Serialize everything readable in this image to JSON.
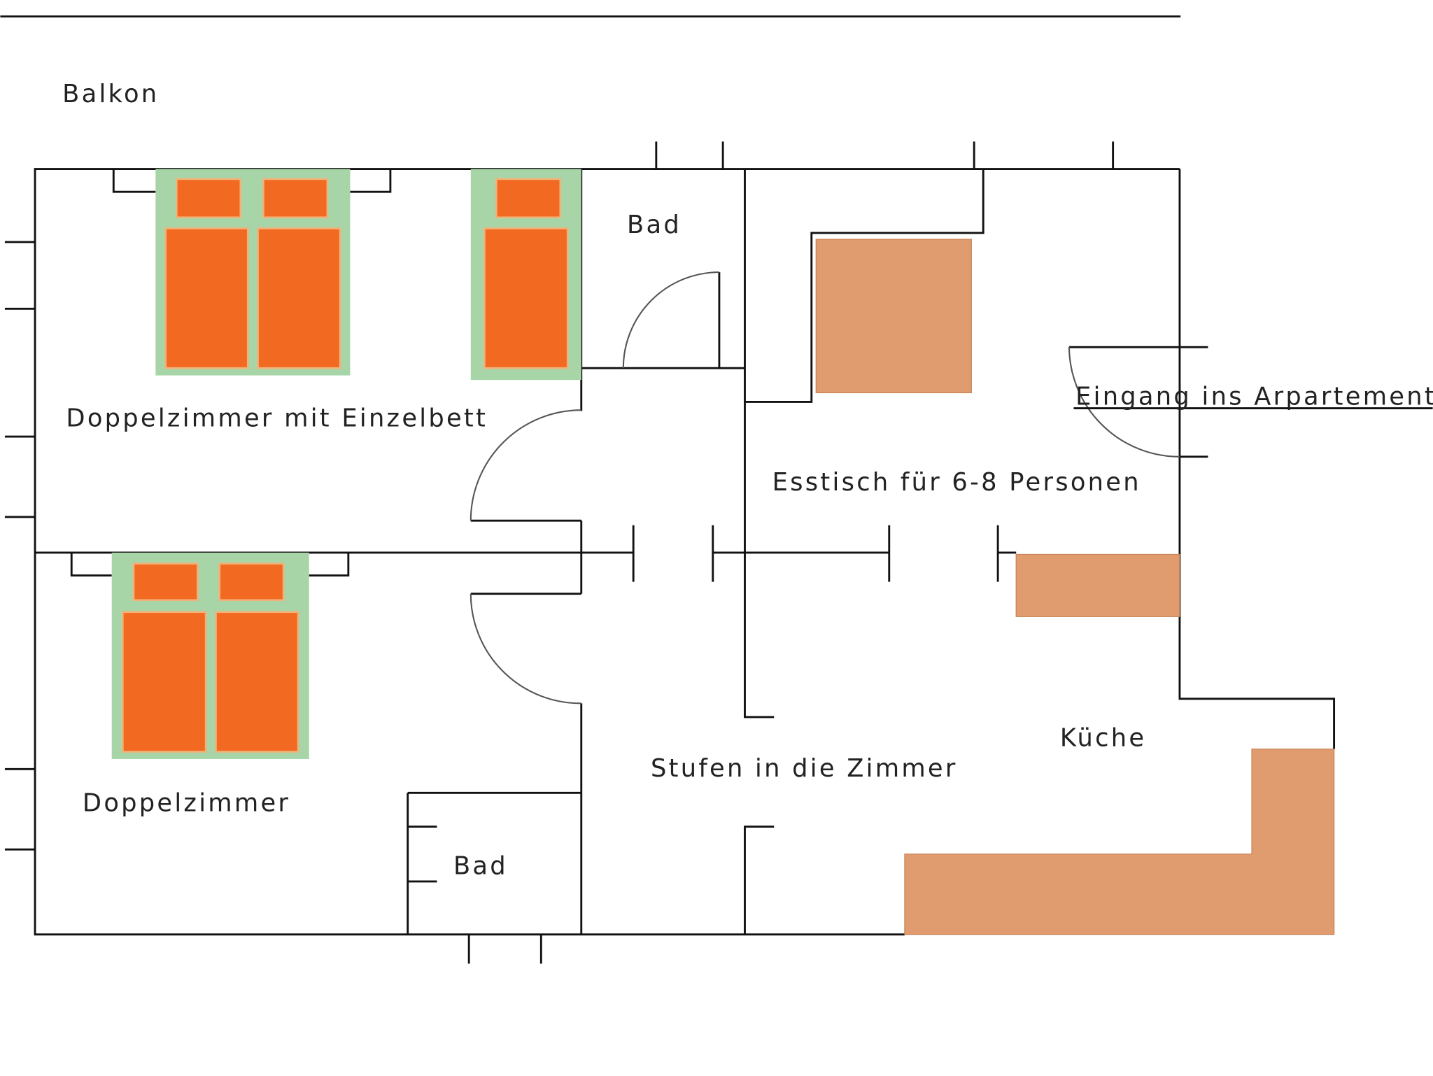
{
  "labels": {
    "balcony": "Balkon",
    "room1": "Doppelzimmer mit Einzelbett",
    "bath_top": "Bad",
    "entrance": "Eingang ins Arpartement \"",
    "dining": "Esstisch für 6-8 Personen",
    "kitchen": "Küche",
    "steps": "Stufen in die Zimmer",
    "room2": "Doppelzimmer",
    "bath_bottom": "Bad"
  },
  "colors": {
    "bed_frame": "#a8d5a8",
    "mattress": "#f26a22",
    "furniture": "#e09c6e",
    "wall": "#111111"
  }
}
